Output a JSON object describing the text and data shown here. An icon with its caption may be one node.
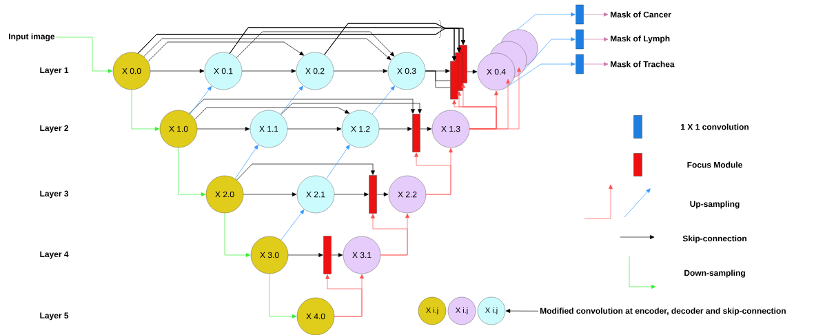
{
  "diagram": {
    "nodes": [
      {
        "text": [
          "Input image"
        ]
      },
      {
        "text": [
          "X 0.0"
        ]
      },
      {
        "text": [
          "X 1.0"
        ]
      },
      {
        "text": [
          "X 2.0"
        ]
      },
      {
        "text": [
          "X 3.0"
        ]
      },
      {
        "text": [
          "X 4.0"
        ]
      },
      {
        "text": [
          "X 0.1"
        ]
      },
      {
        "text": [
          "X 0.2"
        ]
      },
      {
        "text": [
          "X 0.3"
        ]
      },
      {
        "text": [
          "X 1.1"
        ]
      },
      {
        "text": [
          "X 1.2"
        ]
      },
      {
        "text": [
          "X 2.1"
        ]
      },
      {
        "text": [
          "X 0.4"
        ]
      },
      {
        "text": [],
        "shape": "circle"
      },
      {
        "text": [],
        "shape": "circle"
      },
      {
        "text": [
          "X 1.3"
        ]
      },
      {
        "text": [
          "X 2.2"
        ]
      },
      {
        "text": [
          "X 3.1"
        ]
      },
      {
        "text": [],
        "shape": "bar"
      },
      {
        "text": [],
        "shape": "bar"
      },
      {
        "text": [],
        "shape": "bar"
      },
      {
        "text": [],
        "shape": "bar"
      },
      {
        "text": [],
        "shape": "bar"
      },
      {
        "text": [],
        "shape": "bar"
      },
      {
        "text": [],
        "shape": "bar"
      },
      {
        "text": [],
        "shape": "bar"
      },
      {
        "text": [],
        "shape": "bar"
      },
      {
        "text": [
          "Mask of Cancer"
        ]
      },
      {
        "text": [
          "Mask of Lymph"
        ]
      },
      {
        "text": [
          "Mask of Trachea"
        ]
      },
      {
        "text": [
          "X i.j"
        ]
      },
      {
        "text": [
          "X i.j"
        ]
      },
      {
        "text": [
          "X i.j"
        ]
      },
      {
        "text": [
          "Modified convolution at encoder, decoder and skip-connection"
        ]
      }
    ],
    "edges": [
      {
        "from": 0,
        "to": 1,
        "arrow": "to",
        "color": "#33ee33"
      },
      {
        "from": 1,
        "to": 2,
        "arrow": "to",
        "color": "#33ee33"
      },
      {
        "from": 2,
        "to": 3,
        "arrow": "to",
        "color": "#33ee33"
      },
      {
        "from": 3,
        "to": 4,
        "arrow": "to",
        "color": "#33ee33"
      },
      {
        "from": 4,
        "to": 5,
        "arrow": "to",
        "color": "#33ee33"
      },
      {
        "from": 1,
        "to": 6,
        "arrow": "to"
      },
      {
        "from": 6,
        "to": 7,
        "arrow": "to"
      },
      {
        "from": 7,
        "to": 8,
        "arrow": "to"
      },
      {
        "from": 2,
        "to": 9,
        "arrow": "to"
      },
      {
        "from": 9,
        "to": 10,
        "arrow": "to"
      },
      {
        "from": 3,
        "to": 11,
        "arrow": "to"
      },
      {
        "from": 8,
        "to": 18,
        "arrow": "to"
      },
      {
        "from": 8,
        "to": 18,
        "arrow": "none"
      },
      {
        "from": 8,
        "to": 18,
        "arrow": "none"
      },
      {
        "from": 20,
        "to": 12,
        "arrow": "to"
      },
      {
        "from": 10,
        "to": 21,
        "arrow": "to"
      },
      {
        "from": 21,
        "to": 15,
        "arrow": "to"
      },
      {
        "from": 11,
        "to": 22,
        "arrow": "to"
      },
      {
        "from": 22,
        "to": 16,
        "arrow": "to"
      },
      {
        "from": 4,
        "to": 23,
        "arrow": "to"
      },
      {
        "from": 23,
        "to": 17,
        "arrow": "to"
      },
      {
        "from": 1,
        "to": 7,
        "arrow": "to"
      },
      {
        "from": 1,
        "to": 8,
        "arrow": "to"
      },
      {
        "from": 6,
        "to": 8,
        "arrow": "to"
      },
      {
        "from": 1,
        "to": 18,
        "arrow": "to"
      },
      {
        "from": 1,
        "to": 19,
        "arrow": "to"
      },
      {
        "from": 1,
        "to": 20,
        "arrow": "to"
      },
      {
        "from": 6,
        "to": 18,
        "arrow": "to"
      },
      {
        "from": 6,
        "to": 19,
        "arrow": "to"
      },
      {
        "from": 6,
        "to": 20,
        "arrow": "to"
      },
      {
        "from": 7,
        "to": 18,
        "arrow": "to"
      },
      {
        "from": 7,
        "to": 19,
        "arrow": "to"
      },
      {
        "from": 7,
        "to": 20,
        "arrow": "to"
      },
      {
        "from": 2,
        "to": 10,
        "arrow": "to"
      },
      {
        "from": 2,
        "to": 21,
        "arrow": "to"
      },
      {
        "from": 9,
        "to": 21,
        "arrow": "to"
      },
      {
        "from": 3,
        "to": 22,
        "arrow": "to"
      },
      {
        "from": 2,
        "to": 6,
        "arrow": "to",
        "color": "#3399ff"
      },
      {
        "from": 9,
        "to": 7,
        "arrow": "to",
        "color": "#3399ff"
      },
      {
        "from": 10,
        "to": 8,
        "arrow": "to",
        "color": "#3399ff"
      },
      {
        "from": 3,
        "to": 9,
        "arrow": "to",
        "color": "#3399ff"
      },
      {
        "from": 11,
        "to": 10,
        "arrow": "to",
        "color": "#3399ff"
      },
      {
        "from": 4,
        "to": 11,
        "arrow": "to",
        "color": "#3399ff"
      },
      {
        "from": 5,
        "to": 17,
        "arrow": "to",
        "color": "#ff4d4d"
      },
      {
        "from": 5,
        "to": 23,
        "arrow": "to",
        "color": "#ff4d4d"
      },
      {
        "from": 17,
        "to": 16,
        "arrow": "to",
        "color": "#ff4d4d"
      },
      {
        "from": 17,
        "to": 22,
        "arrow": "to",
        "color": "#ff4d4d"
      },
      {
        "from": 16,
        "to": 15,
        "arrow": "to",
        "color": "#ff4d4d"
      },
      {
        "from": 16,
        "to": 21,
        "arrow": "to",
        "color": "#ff4d4d"
      },
      {
        "from": 15,
        "to": 12,
        "arrow": "to",
        "color": "#ff4d4d"
      },
      {
        "from": 15,
        "to": 13,
        "arrow": "to",
        "color": "#ff4d4d"
      },
      {
        "from": 15,
        "to": 14,
        "arrow": "to",
        "color": "#ff4d4d"
      },
      {
        "from": 15,
        "to": 18,
        "arrow": "to",
        "color": "#ff4d4d"
      },
      {
        "from": 15,
        "to": 19,
        "arrow": "to",
        "color": "#ff4d4d"
      },
      {
        "from": 15,
        "to": 20,
        "arrow": "to",
        "color": "#ff4d4d"
      },
      {
        "from": 14,
        "to": 24,
        "arrow": "to",
        "color": "#3399ff"
      },
      {
        "from": 13,
        "to": 25,
        "arrow": "to",
        "color": "#3399ff"
      },
      {
        "from": 12,
        "to": 26,
        "arrow": "to",
        "color": "#3399ff"
      },
      {
        "from": 24,
        "to": 27,
        "arrow": "to",
        "color": "#cc77aa"
      },
      {
        "from": 25,
        "to": 28,
        "arrow": "to",
        "color": "#cc77aa"
      },
      {
        "from": 26,
        "to": 29,
        "arrow": "to",
        "color": "#cc77aa"
      },
      {
        "from": 33,
        "to": 32,
        "arrow": "to"
      }
    ],
    "labels": [
      "Layer 1",
      "Layer 2",
      "Layer 3",
      "Layer 4",
      "Layer 5"
    ],
    "legend": [
      {
        "text": "1 X 1 convolution",
        "color": "#1f7fe0"
      },
      {
        "text": "Focus Module",
        "color": "#ee1111"
      },
      {
        "text": "Up-sampling"
      },
      {
        "text": "Skip-connection"
      },
      {
        "text": "Down-sampling"
      }
    ]
  }
}
